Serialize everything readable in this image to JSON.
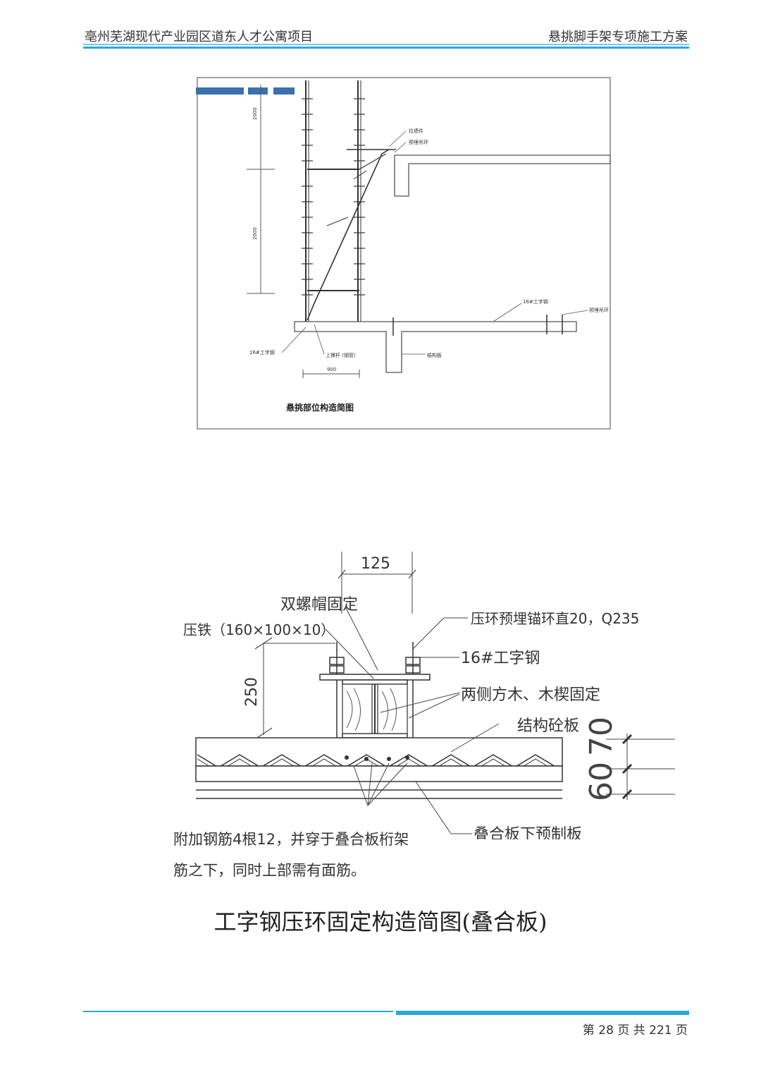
{
  "header": {
    "project": "亳州芜湖现代产业园区道东人才公寓项目",
    "doc": "悬挑脚手架专项施工方案"
  },
  "figure1": {
    "caption": "悬挑部位构造简图",
    "dim_upper": "2000",
    "dim_lower": "2000",
    "dim_bottom": "900",
    "label_tie": "拉墙件",
    "label_anchor_top": "预埋吊环",
    "label_beam_right": "16#工字钢",
    "label_anchor_right": "预埋吊环",
    "label_beam_left": "16#工字钢",
    "label_bracket": "上撑杆 (钢管)",
    "label_floor": "结构板"
  },
  "figure2": {
    "dim_width": "125",
    "dim_height": "250",
    "label_nut": "双螺帽固定",
    "label_plate": "压铁（160×100×10）",
    "label_ring": "压环预埋锚环直20，Q235",
    "label_beam": "16#工字钢",
    "label_wood": "两侧方木、木楔固定",
    "label_slab": "结构砼板",
    "dim_60": "60",
    "dim_70": "70",
    "note_line1": "附加钢筋4根12，并穿于叠合板桁架",
    "note_line2": "筋之下，同时上部需有面筋。",
    "label_precast": "叠合板下预制板",
    "caption": "工字钢压环固定构造简图(叠合板)"
  },
  "footer": {
    "page": "第 28 页 共 221 页"
  }
}
